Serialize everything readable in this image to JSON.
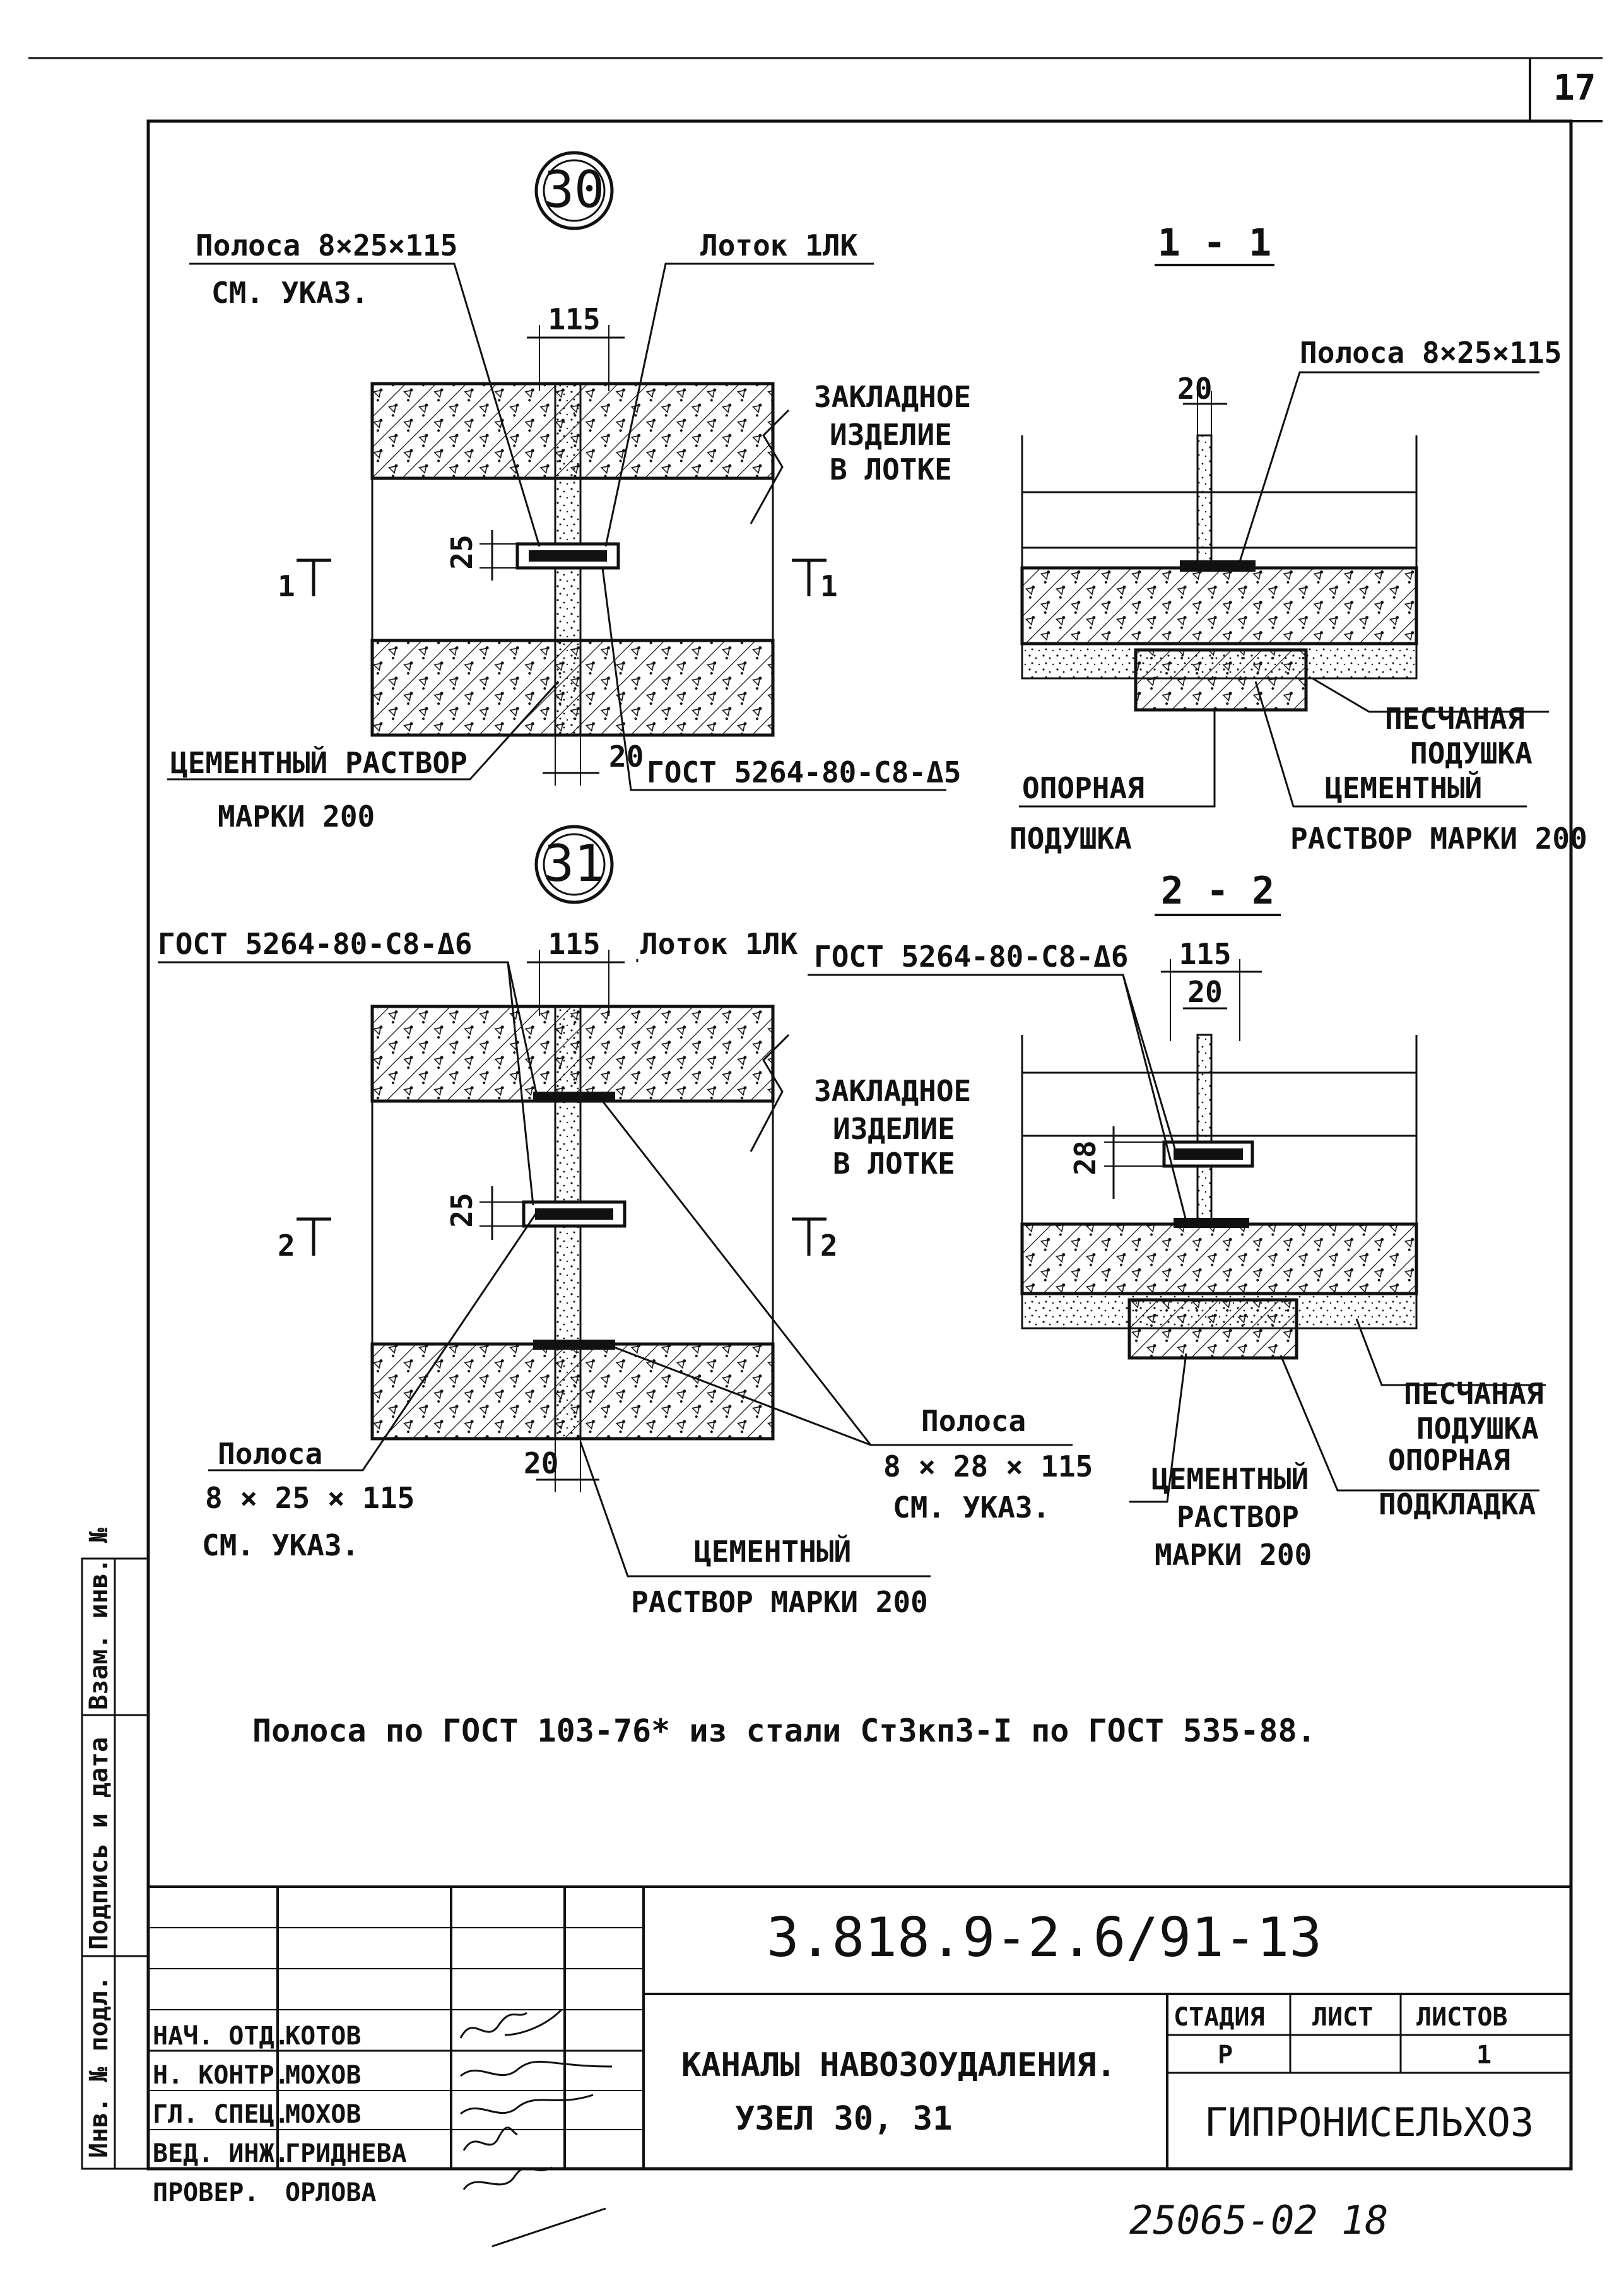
{
  "sheet": {
    "page_number": "17",
    "document_code": "3.818.9-2.6/91-13",
    "handwritten_number": "25065-02  18"
  },
  "side_stamp": {
    "inv_podl": "Инв. № подл.",
    "podpis_data": "Подпись и дата",
    "vzam_inv": "Взам. инв. №"
  },
  "node30": {
    "number": "30",
    "strip_label": "Полоса 8×25×115",
    "strip_note": "СМ. УКАЗ.",
    "tray_label": "Лоток 1ЛК",
    "dim_top": "115",
    "dim_side": "25",
    "dim_bottom": "20",
    "embedded_label_1": "ЗАКЛАДНОЕ",
    "embedded_label_2": "ИЗДЕЛИЕ",
    "embedded_label_3": "В ЛОТКЕ",
    "cut_left": "1",
    "cut_right": "1",
    "mortar_label_1": "ЦЕМЕНТНЫЙ РАСТВОР",
    "mortar_label_2": "МАРКИ 200",
    "weld_label": "ГОСТ 5264-80-С8-Δ5"
  },
  "section11": {
    "title": "1 - 1",
    "strip_label": "Полоса 8×25×115",
    "dim_top": "20",
    "sand_label_1": "ПЕСЧАНАЯ",
    "sand_label_2": "ПОДУШКА",
    "support_label_1": "ОПОРНАЯ",
    "support_label_2": "ПОДУШКА",
    "mortar_label_1": "ЦЕМЕНТНЫЙ",
    "mortar_label_2": "РАСТВОР МАРКИ 200"
  },
  "node31": {
    "number": "31",
    "weld_label": "ГОСТ 5264-80-С8-Δ6",
    "dim_top": "115",
    "tray_label": "Лоток 1ЛК",
    "embedded_label_1": "ЗАКЛАДНОЕ",
    "embedded_label_2": "ИЗДЕЛИЕ",
    "embedded_label_3": "В ЛОТКЕ",
    "dim_side": "25",
    "cut_left": "2",
    "cut_right": "2",
    "strip_left_1": "Полоса",
    "strip_left_2": "8 × 25 × 115",
    "strip_left_3": "СМ. УКАЗ.",
    "dim_bottom": "20",
    "strip_right_1": "Полоса",
    "strip_right_2": "8 × 28 × 115",
    "strip_right_3": "СМ. УКАЗ.",
    "mortar_label_1": "ЦЕМЕНТНЫЙ",
    "mortar_label_2": "РАСТВОР МАРКИ 200"
  },
  "section22": {
    "title": "2 - 2",
    "weld_label": "ГОСТ 5264-80-С8-Δ6",
    "dim_top_1": "115",
    "dim_top_2": "20",
    "dim_side": "28",
    "sand_label_1": "ПЕСЧАНАЯ",
    "sand_label_2": "ПОДУШКА",
    "mortar_label_1": "ЦЕМЕНТНЫЙ",
    "mortar_label_2": "РАСТВОР",
    "mortar_label_3": "МАРКИ 200",
    "support_label_1": "ОПОРНАЯ",
    "support_label_2": "ПОДКЛАДКА"
  },
  "note": "Полоса по ГОСТ 103-76* из стали Ст3кп3-I по ГОСТ 535-88.",
  "title_block": {
    "roles": [
      "НАЧ. ОТД.",
      "Н. КОНТР.",
      "ГЛ. СПЕЦ.",
      "ВЕД. ИНЖ.",
      "ПРОВЕР."
    ],
    "names": [
      "КОТОВ",
      "МОХОВ",
      "МОХОВ",
      "ГРИДНЕВА",
      "ОРЛОВА"
    ],
    "title_1": "КАНАЛЫ НАВОЗОУДАЛЕНИЯ.",
    "title_2": "УЗЕЛ 30, 31",
    "stage_header": "СТАДИЯ",
    "sheet_header": "ЛИСТ",
    "sheets_header": "ЛИСТОВ",
    "stage_value": "Р",
    "sheet_value": "",
    "sheets_value": "1",
    "organization": "ГИПРОНИСЕЛЬХОЗ"
  },
  "colors": {
    "ink": "#111111",
    "paper": "#ffffff"
  }
}
